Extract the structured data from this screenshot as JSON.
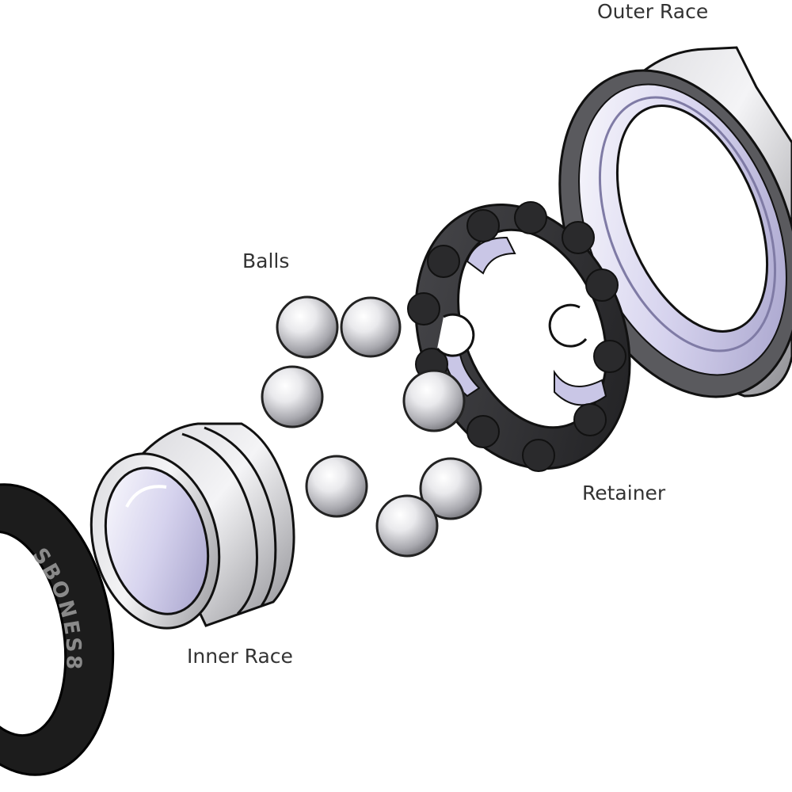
{
  "labels": {
    "outer_race": "Outer Race",
    "balls": "Balls",
    "retainer": "Retainer",
    "inner_race": "Inner Race"
  },
  "shield_text": "SBONES8",
  "colors": {
    "metal_light": "#f2f2f2",
    "metal_mid": "#b9b9bd",
    "metal_dark": "#6b6b70",
    "bore_violet": "#c7c3e6",
    "retainer_black": "#2c2c2c",
    "shield_black": "#1a1a1a",
    "outline": "#111111"
  },
  "icons": [
    "outer-race-icon",
    "retainer-icon",
    "ball-icon",
    "inner-race-icon",
    "shield-icon"
  ]
}
